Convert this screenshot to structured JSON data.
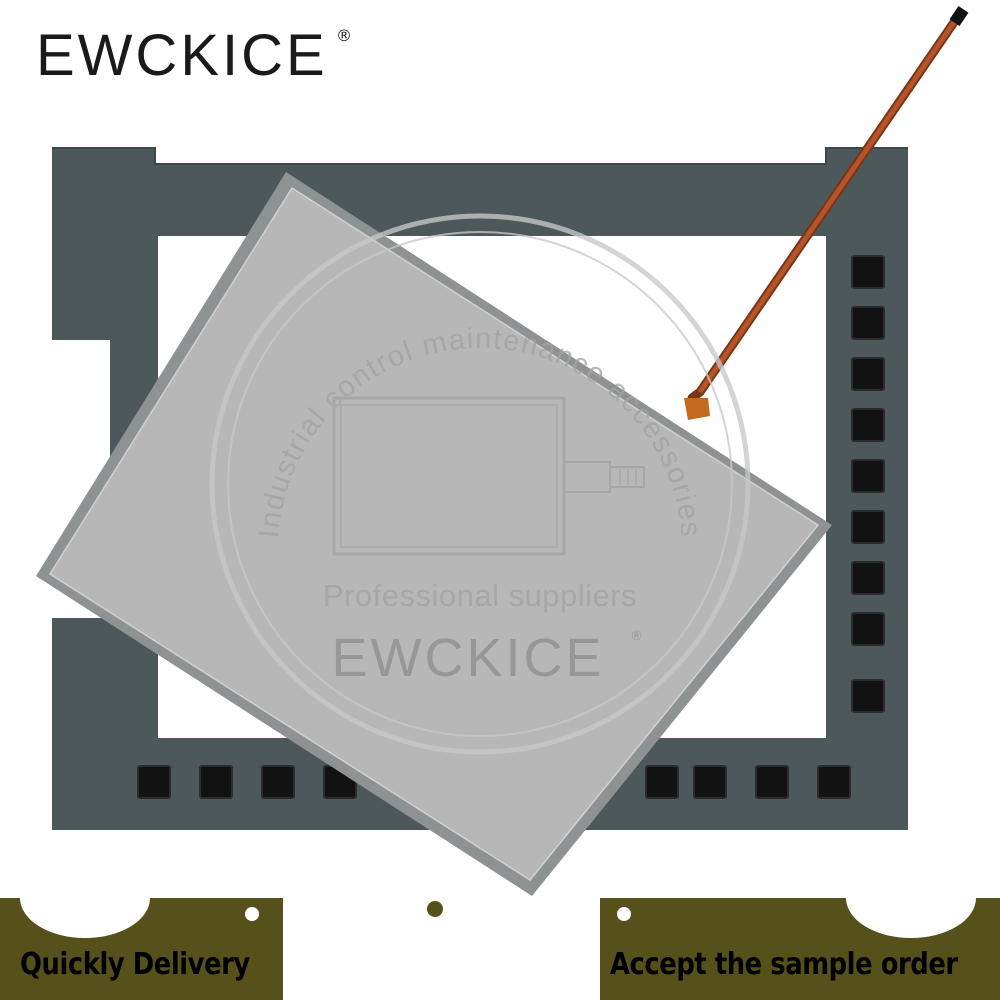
{
  "brand": {
    "name": "EWCKICE",
    "mark": "®"
  },
  "watermark": {
    "arc_text": "Industrial control maintenance accessories",
    "subtitle": "Professional suppliers",
    "brand": "EWCKICE",
    "mark": "®"
  },
  "banners": {
    "left": "Quickly Delivery",
    "right": "Accept the sample order"
  },
  "colors": {
    "bezel": "#4d585a",
    "bezel_shadow": "#3d4749",
    "glass": "#b7b7b7",
    "glass_edge": "#8e9293",
    "cable": "#b5542a",
    "banner": "#56501a",
    "watermark": "#a3a3a3"
  },
  "icons": [
    "touch-panel-icon"
  ]
}
